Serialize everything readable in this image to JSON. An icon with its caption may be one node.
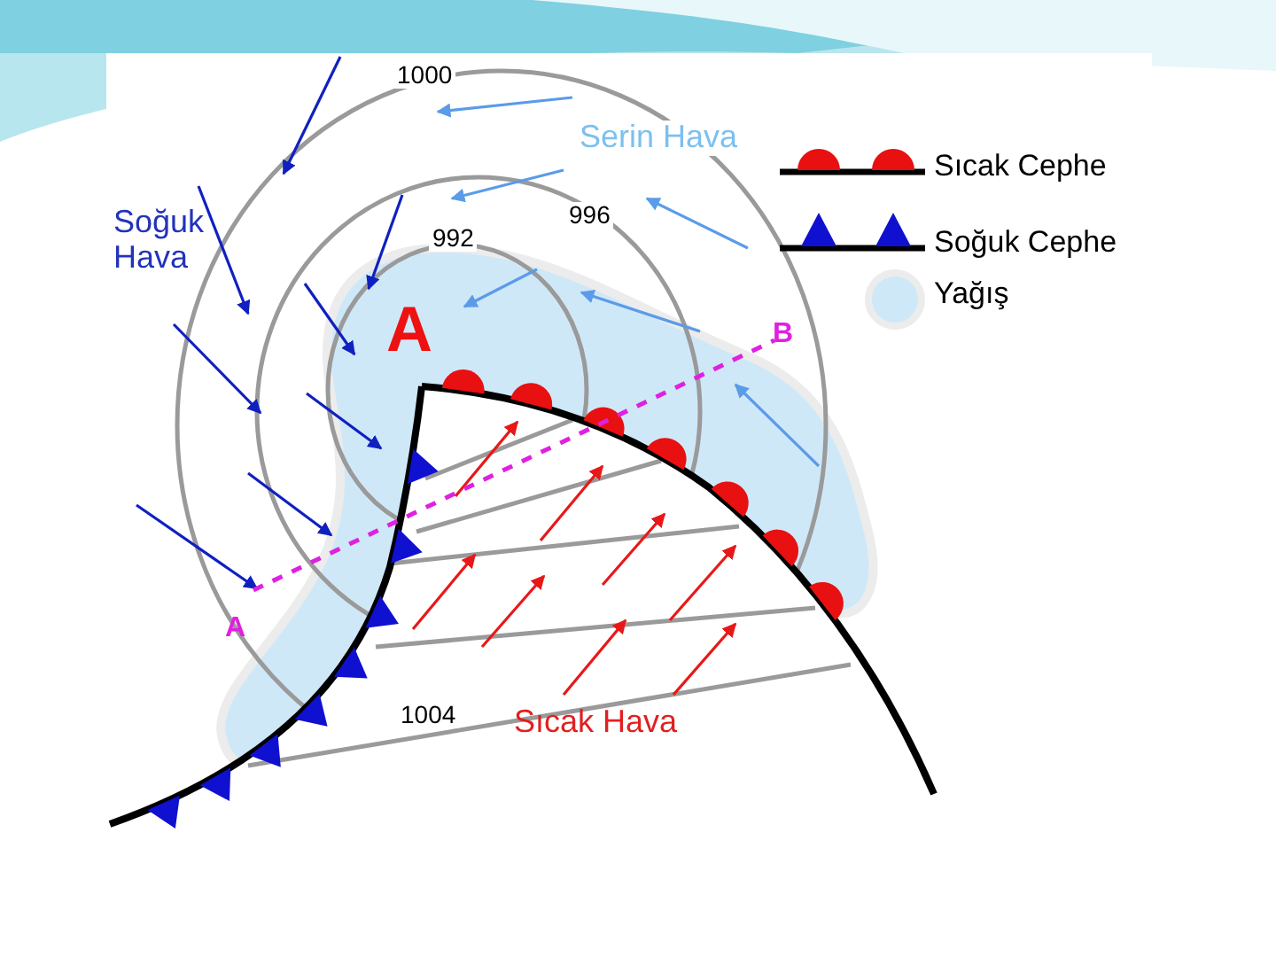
{
  "diagram": {
    "labels": [
      "1000",
      "Serin Hava",
      "996",
      "Soğuk Hava",
      "992",
      "A",
      "B",
      "A",
      "1004",
      "Sıcak Hava"
    ],
    "legend": [
      {
        "text": "Sıcak Cephe"
      },
      {
        "text": "Soğuk Cephe"
      },
      {
        "text": "Yağış",
        "color": "#cfe8f8"
      }
    ]
  }
}
